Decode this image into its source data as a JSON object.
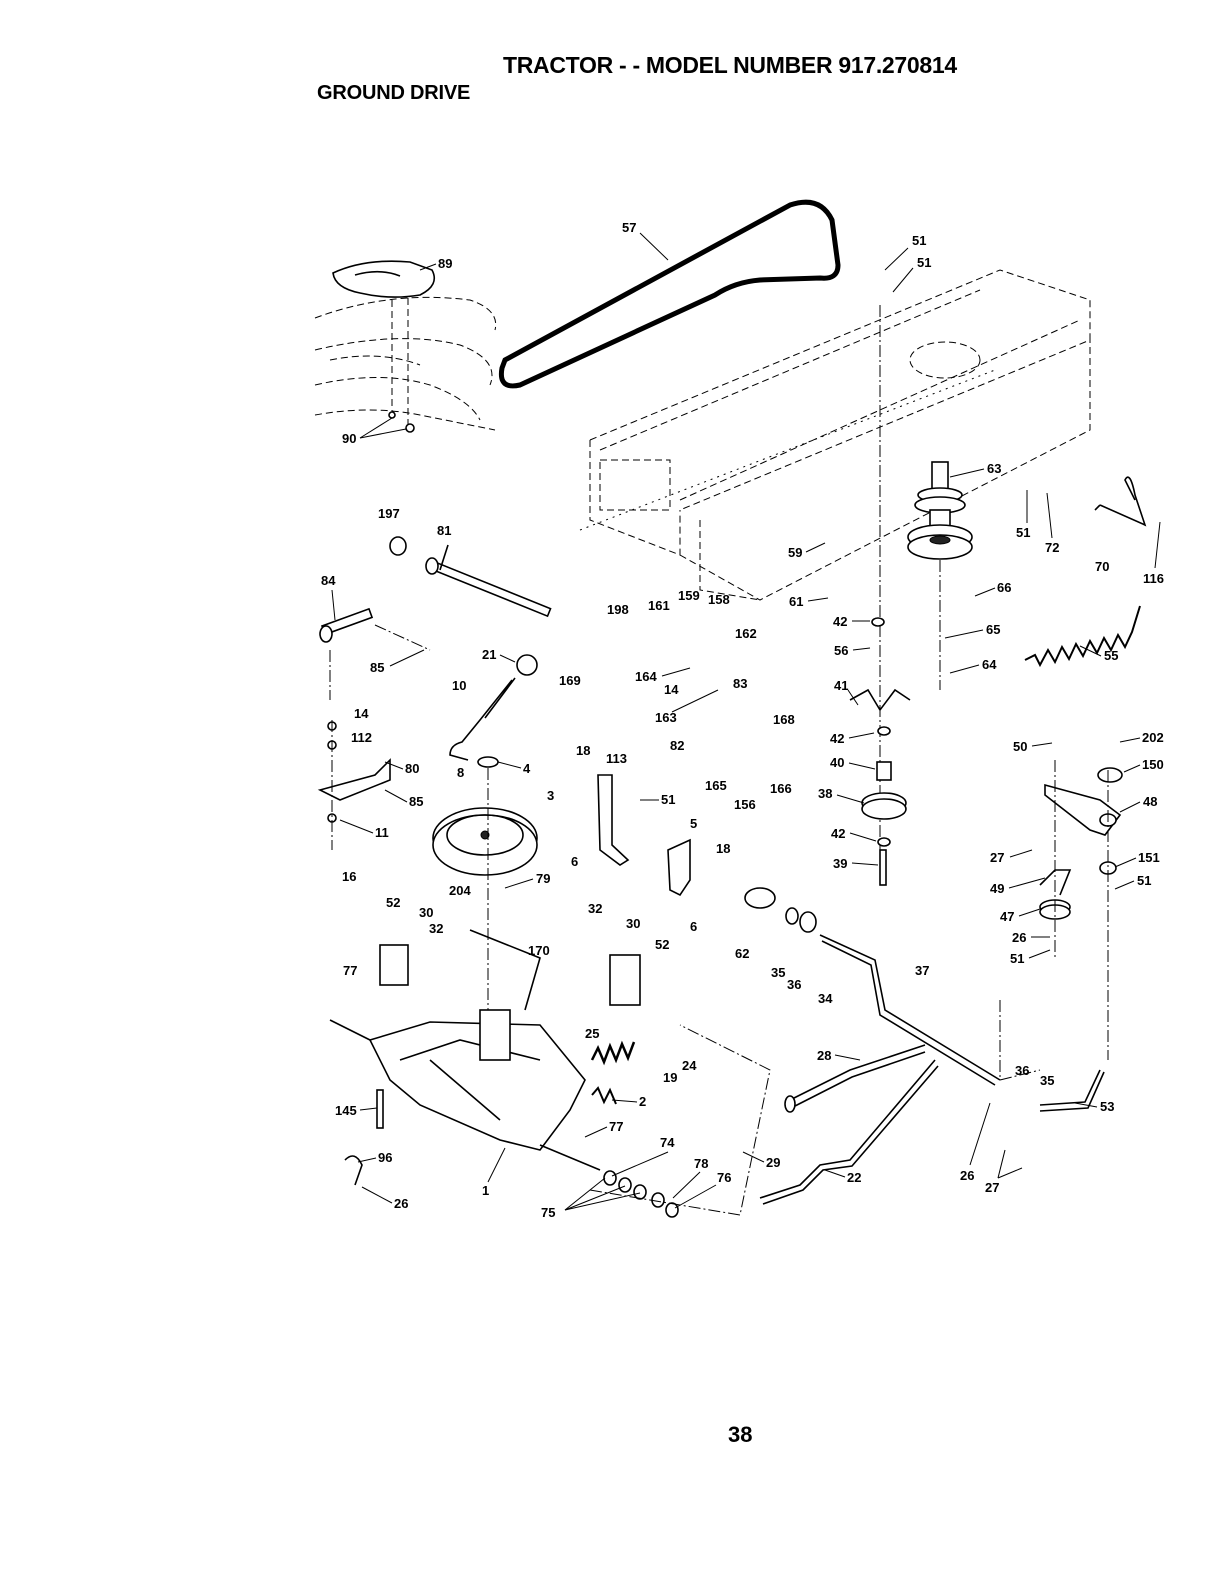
{
  "header": {
    "title": "TRACTOR - - MODEL NUMBER 917.270814",
    "section": "GROUND DRIVE"
  },
  "page_number": "38",
  "callouts": [
    {
      "id": "c57",
      "label": "57"
    },
    {
      "id": "c51a",
      "label": "51"
    },
    {
      "id": "c51b",
      "label": "51"
    },
    {
      "id": "c89",
      "label": "89"
    },
    {
      "id": "c90",
      "label": "90"
    },
    {
      "id": "c63",
      "label": "63"
    },
    {
      "id": "c51c",
      "label": "51"
    },
    {
      "id": "c72",
      "label": "72"
    },
    {
      "id": "c70",
      "label": "70"
    },
    {
      "id": "c116",
      "label": "116"
    },
    {
      "id": "c197",
      "label": "197"
    },
    {
      "id": "c81",
      "label": "81"
    },
    {
      "id": "c59",
      "label": "59"
    },
    {
      "id": "c61",
      "label": "61"
    },
    {
      "id": "c66",
      "label": "66"
    },
    {
      "id": "c84",
      "label": "84"
    },
    {
      "id": "c85a",
      "label": "85"
    },
    {
      "id": "c198",
      "label": "198"
    },
    {
      "id": "c161",
      "label": "161"
    },
    {
      "id": "c159",
      "label": "159"
    },
    {
      "id": "c158",
      "label": "158"
    },
    {
      "id": "c162",
      "label": "162"
    },
    {
      "id": "c42a",
      "label": "42"
    },
    {
      "id": "c65",
      "label": "65"
    },
    {
      "id": "c56",
      "label": "56"
    },
    {
      "id": "c64",
      "label": "64"
    },
    {
      "id": "c55",
      "label": "55"
    },
    {
      "id": "c21",
      "label": "21"
    },
    {
      "id": "c169",
      "label": "169"
    },
    {
      "id": "c164",
      "label": "164"
    },
    {
      "id": "c14a",
      "label": "14"
    },
    {
      "id": "c83",
      "label": "83"
    },
    {
      "id": "c10",
      "label": "10"
    },
    {
      "id": "c163",
      "label": "163"
    },
    {
      "id": "c41",
      "label": "41"
    },
    {
      "id": "c168",
      "label": "168"
    },
    {
      "id": "c14b",
      "label": "14"
    },
    {
      "id": "c112",
      "label": "112"
    },
    {
      "id": "c42b",
      "label": "42"
    },
    {
      "id": "c50",
      "label": "50"
    },
    {
      "id": "c202",
      "label": "202"
    },
    {
      "id": "c150",
      "label": "150"
    },
    {
      "id": "c18a",
      "label": "18"
    },
    {
      "id": "c113",
      "label": "113"
    },
    {
      "id": "c82",
      "label": "82"
    },
    {
      "id": "c80",
      "label": "80"
    },
    {
      "id": "c8",
      "label": "8"
    },
    {
      "id": "c4",
      "label": "4"
    },
    {
      "id": "c40",
      "label": "40"
    },
    {
      "id": "c165",
      "label": "165"
    },
    {
      "id": "c156",
      "label": "156"
    },
    {
      "id": "c166",
      "label": "166"
    },
    {
      "id": "c85b",
      "label": "85"
    },
    {
      "id": "c3",
      "label": "3"
    },
    {
      "id": "c51d",
      "label": "51"
    },
    {
      "id": "c38",
      "label": "38"
    },
    {
      "id": "c48",
      "label": "48"
    },
    {
      "id": "c11",
      "label": "11"
    },
    {
      "id": "c42c",
      "label": "42"
    },
    {
      "id": "c5",
      "label": "5"
    },
    {
      "id": "c6a",
      "label": "6"
    },
    {
      "id": "c18b",
      "label": "18"
    },
    {
      "id": "c27a",
      "label": "27"
    },
    {
      "id": "c151",
      "label": "151"
    },
    {
      "id": "c39",
      "label": "39"
    },
    {
      "id": "c51e",
      "label": "51"
    },
    {
      "id": "c16",
      "label": "16"
    },
    {
      "id": "c79",
      "label": "79"
    },
    {
      "id": "c49",
      "label": "49"
    },
    {
      "id": "c204",
      "label": "204"
    },
    {
      "id": "c52a",
      "label": "52"
    },
    {
      "id": "c30a",
      "label": "30"
    },
    {
      "id": "c32a",
      "label": "32"
    },
    {
      "id": "c32b",
      "label": "32"
    },
    {
      "id": "c30b",
      "label": "30"
    },
    {
      "id": "c6b",
      "label": "6"
    },
    {
      "id": "c47",
      "label": "47"
    },
    {
      "id": "c26a",
      "label": "26"
    },
    {
      "id": "c170",
      "label": "170"
    },
    {
      "id": "c52b",
      "label": "52"
    },
    {
      "id": "c62",
      "label": "62"
    },
    {
      "id": "c35a",
      "label": "35"
    },
    {
      "id": "c36a",
      "label": "36"
    },
    {
      "id": "c34",
      "label": "34"
    },
    {
      "id": "c37",
      "label": "37"
    },
    {
      "id": "c51f",
      "label": "51"
    },
    {
      "id": "c77a",
      "label": "77"
    },
    {
      "id": "c25",
      "label": "25"
    },
    {
      "id": "c24",
      "label": "24"
    },
    {
      "id": "c19",
      "label": "19"
    },
    {
      "id": "c28",
      "label": "28"
    },
    {
      "id": "c36b",
      "label": "36"
    },
    {
      "id": "c35b",
      "label": "35"
    },
    {
      "id": "c2",
      "label": "2"
    },
    {
      "id": "c145",
      "label": "145"
    },
    {
      "id": "c53",
      "label": "53"
    },
    {
      "id": "c77b",
      "label": "77"
    },
    {
      "id": "c74",
      "label": "74"
    },
    {
      "id": "c96",
      "label": "96"
    },
    {
      "id": "c29",
      "label": "29"
    },
    {
      "id": "c78",
      "label": "78"
    },
    {
      "id": "c76",
      "label": "76"
    },
    {
      "id": "c22",
      "label": "22"
    },
    {
      "id": "c26b",
      "label": "26"
    },
    {
      "id": "c27b",
      "label": "27"
    },
    {
      "id": "c1",
      "label": "1"
    },
    {
      "id": "c26c",
      "label": "26"
    },
    {
      "id": "c75",
      "label": "75"
    }
  ]
}
